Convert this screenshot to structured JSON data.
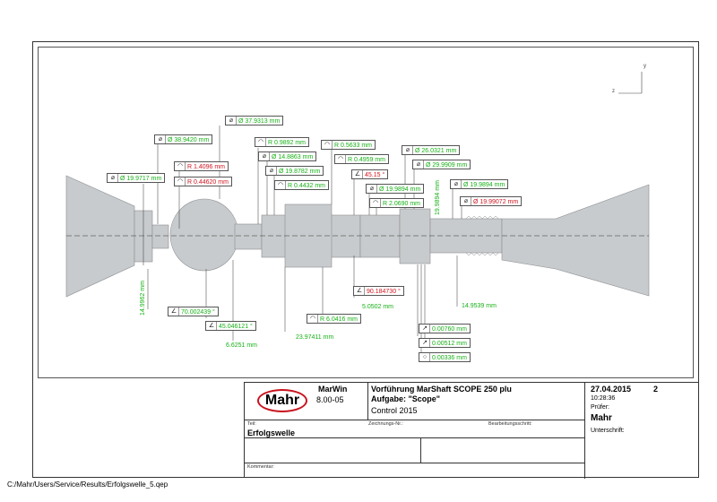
{
  "footer_path": "C:/Mahr/Users/Service/Results/Erfolgswelle_5.qep",
  "colors": {
    "ok": "#16b016",
    "fail": "#d0141e",
    "part": "#c8cbcd"
  },
  "measurements": {
    "d_38_9420": "Ø 38.9420 mm",
    "d_37_9313": "Ø 37.9313 mm",
    "d_19_9717": "Ø 19.9717 mm",
    "r_1_4096": "R 1.4096 mm",
    "r_0_44620": "R 0.44620 mm",
    "r_0_9892": "R 0.9892 mm",
    "d_14_8863": "Ø 14.8863 mm",
    "d_19_8782": "Ø 19.8782 mm",
    "r_0_4432": "R 0.4432 mm",
    "r_0_5633": "R 0.5633 mm",
    "r_0_4959": "R 0.4959 mm",
    "ang_45_15": "45.15 °",
    "d_19_9894a": "Ø 19.9894 mm",
    "r_2_0690": "R 2.0690 mm",
    "d_26_0321": "Ø 26.0321 mm",
    "d_29_9909": "Ø 29.9909 mm",
    "d_19_9894b": "Ø 19.9894 mm",
    "d_19_99072": "Ø 19.99072 mm",
    "len_19_9894_vert": "19.9894 mm",
    "len_14_9962_vert": "14.9962 mm",
    "ang_90_18": "90.184730 °",
    "len_5_0502": "5.0502 mm",
    "len_14_9539": "14.9539 mm",
    "ang_70_00": "70.002439 °",
    "ang_45_04": "45.046121 °",
    "r_6_0416": "R 6.0416 mm",
    "len_23_97": "23.97411 mm",
    "len_6_6251": "6.6251 mm",
    "runout_0_00760": "0.00760 mm",
    "runout_0_00512": "0.00512 mm",
    "round_0_00336": "0.00336 mm"
  },
  "title_block": {
    "logo": "Mahr",
    "software": "MarWin",
    "version": "8.00-05",
    "title": "Vorführung MarShaft SCOPE 250 plu",
    "task": "Aufgabe: \"Scope\"",
    "control": "Control 2015",
    "date": "27.04.2015",
    "page": "2",
    "time": "10:28:36",
    "pruefer_label": "Prüfer:",
    "pruefer": "Mahr",
    "unterschrift_label": "Unterschrift:",
    "teil_label": "Teil:",
    "teil": "Erfolgswelle",
    "zeichnung_label": "Zeichnungs-Nr.:",
    "bearbeitung_label": "Bearbeitungsschritt:",
    "kommentar_label": "Kommentar:"
  },
  "axes": {
    "y": "y",
    "z": "z"
  }
}
